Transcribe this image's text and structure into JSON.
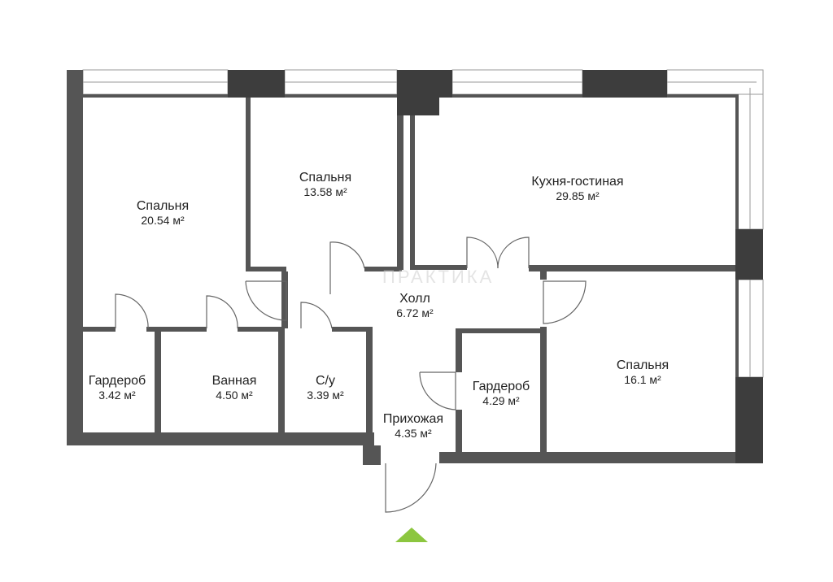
{
  "plan": {
    "area_unit": "м²",
    "rooms": [
      {
        "id": "bedroom-1",
        "name": "Спальня",
        "area": "20.54"
      },
      {
        "id": "bedroom-2",
        "name": "Спальня",
        "area": "13.58"
      },
      {
        "id": "kitchen-living",
        "name": "Кухня-гостиная",
        "area": "29.85"
      },
      {
        "id": "hall",
        "name": "Холл",
        "area": "6.72"
      },
      {
        "id": "wardrobe-1",
        "name": "Гардероб",
        "area": "3.42"
      },
      {
        "id": "bathroom",
        "name": "Ванная",
        "area": "4.50"
      },
      {
        "id": "wc",
        "name": "С/у",
        "area": "3.39"
      },
      {
        "id": "entrance",
        "name": "Прихожая",
        "area": "4.35"
      },
      {
        "id": "wardrobe-2",
        "name": "Гардероб",
        "area": "4.29"
      },
      {
        "id": "bedroom-3",
        "name": "Спальня",
        "area": "16.1"
      }
    ],
    "watermark": "ПРАКТИКА",
    "colors": {
      "wall": "#555555",
      "column": "#3d3d3d",
      "entrance_marker": "#8cc63f"
    },
    "icons": {
      "entrance": "entrance-arrow-icon"
    }
  }
}
